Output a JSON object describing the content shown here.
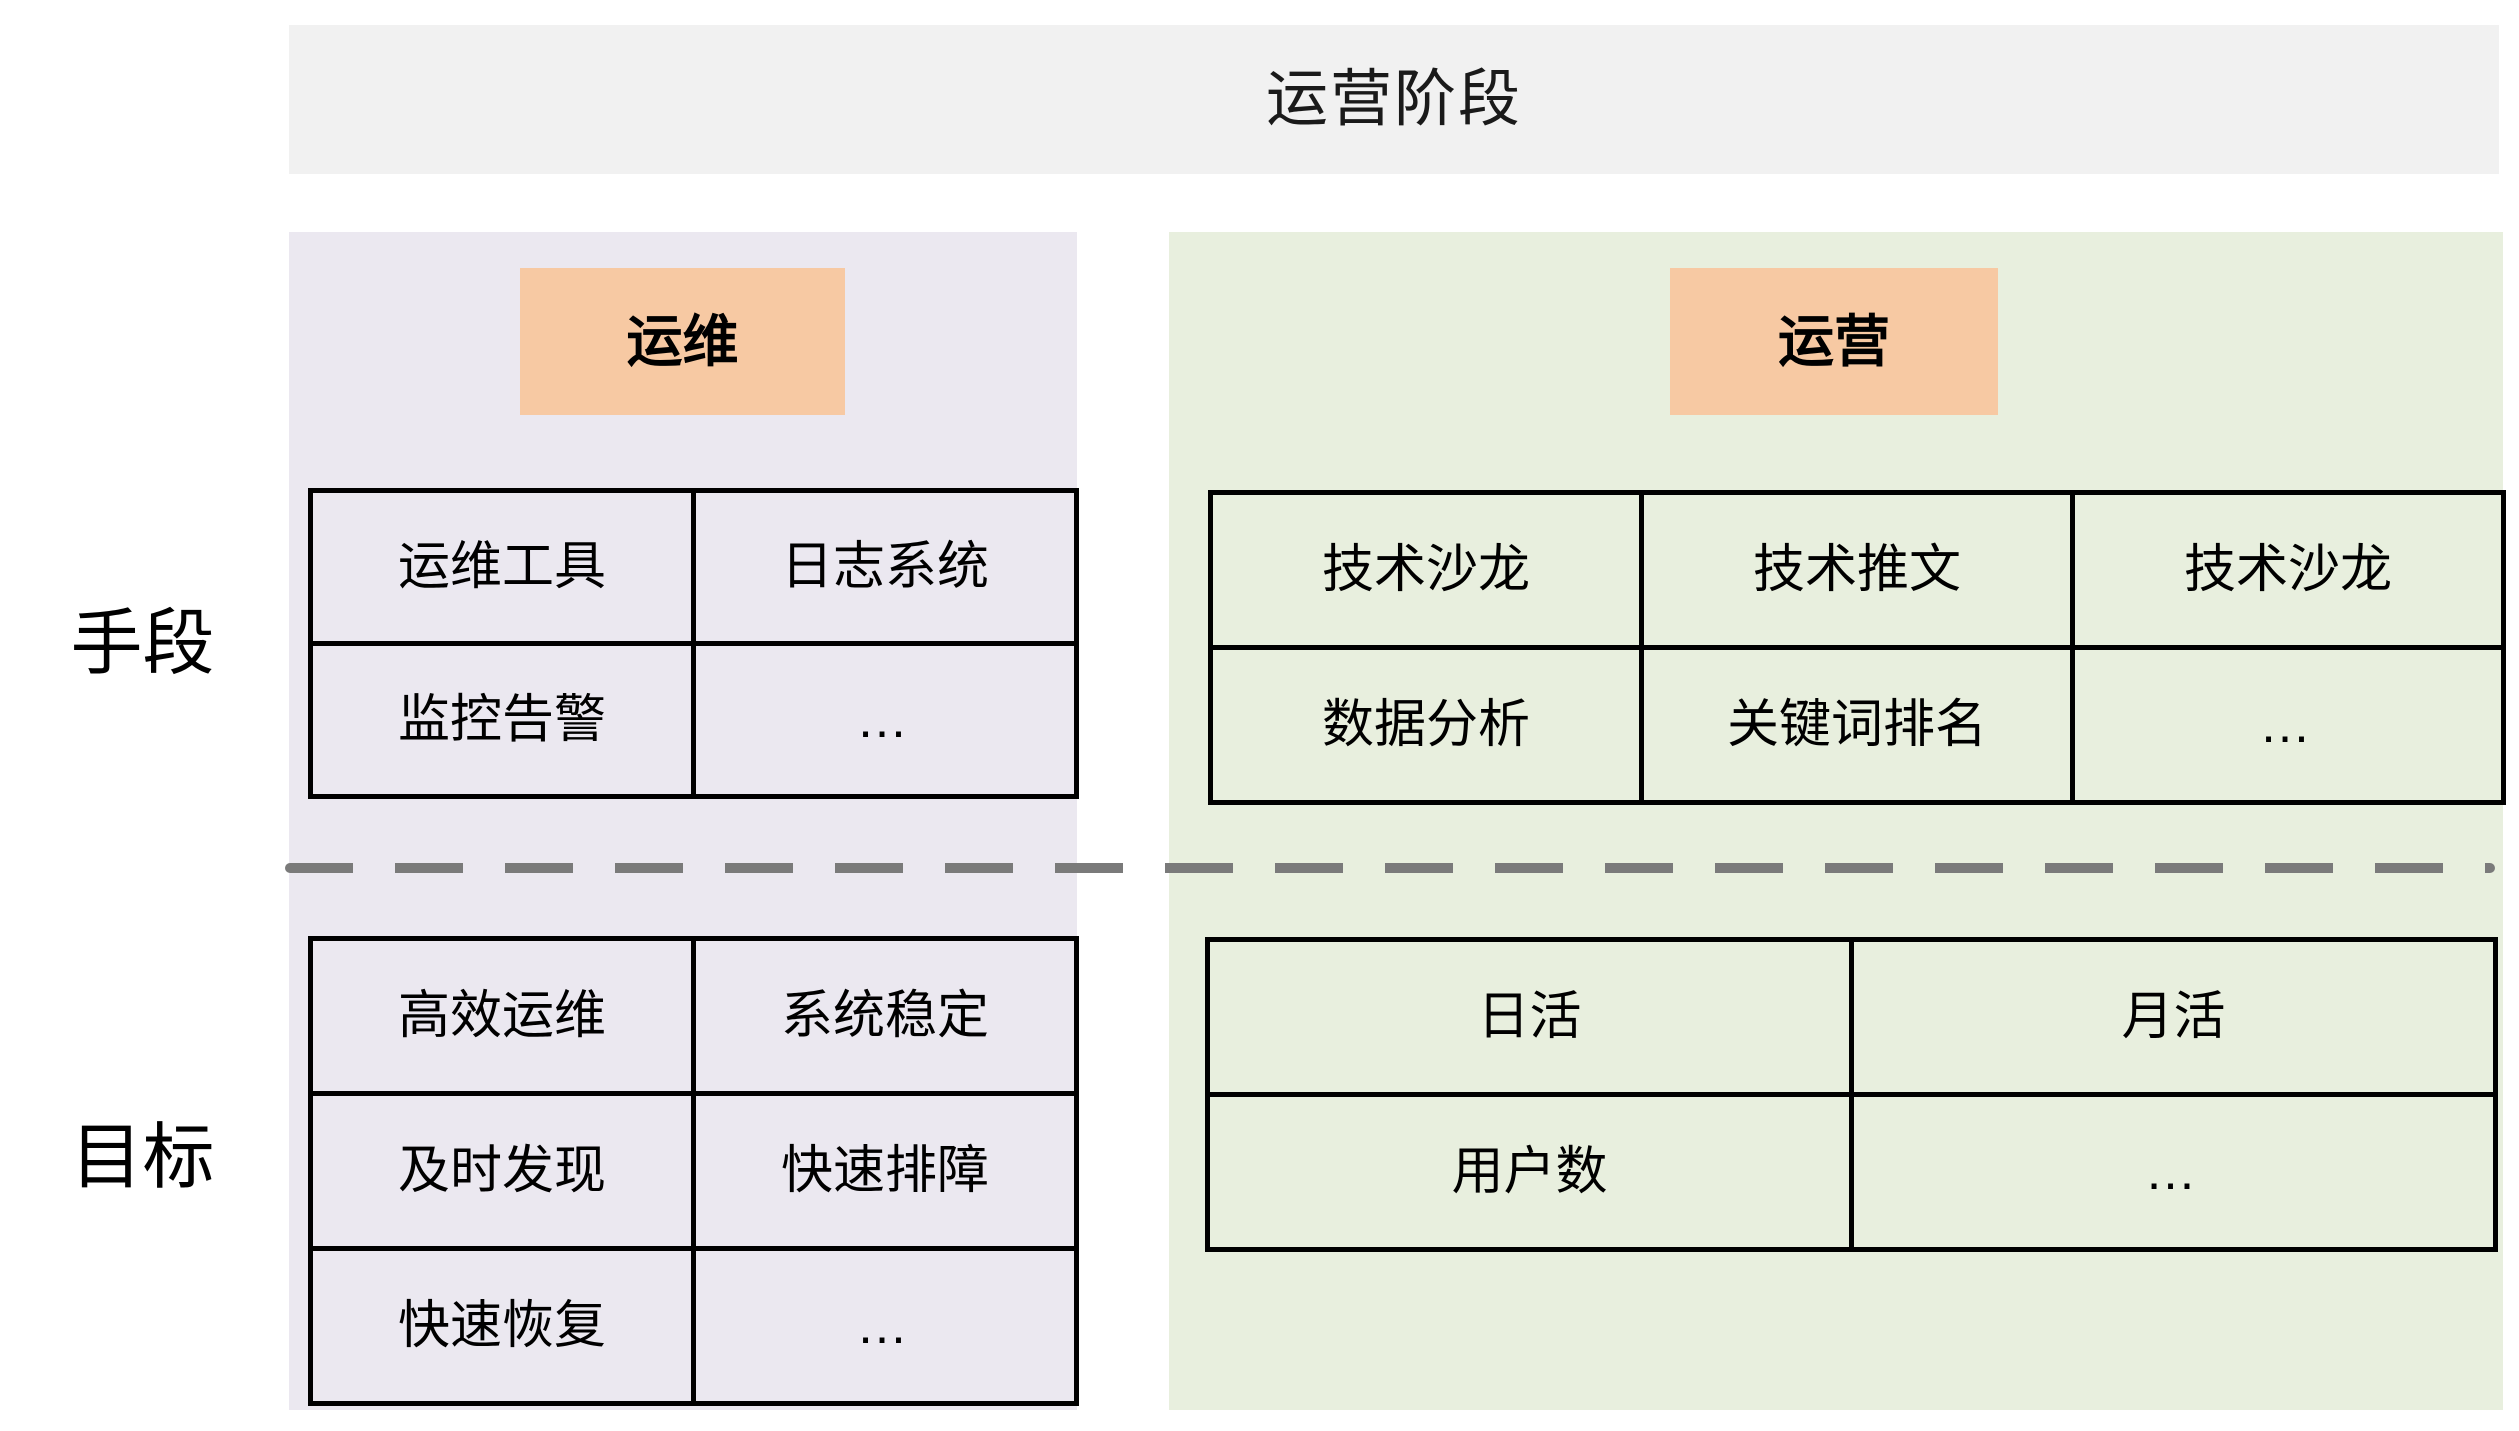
{
  "header": {
    "title": "运营阶段"
  },
  "row_labels": {
    "means": "手段",
    "goals": "目标"
  },
  "colors": {
    "header_bg": "#F1F1F1",
    "panel_ops_maint_bg": "#EBE8F0",
    "panel_operations_bg": "#E8EFDE",
    "chip_bg": "#F7C9A3",
    "border": "#000000",
    "divider": "#7A7A7A"
  },
  "panels": [
    {
      "id": "ops-maint",
      "chip_label": "运维",
      "means_table": {
        "columns": 2,
        "rows": [
          [
            "运维工具",
            "日志系统"
          ],
          [
            "监控告警",
            "…"
          ]
        ]
      },
      "goals_table": {
        "columns": 2,
        "rows": [
          [
            "高效运维",
            "系统稳定"
          ],
          [
            "及时发现",
            "快速排障"
          ],
          [
            "快速恢复",
            "…"
          ]
        ]
      }
    },
    {
      "id": "operations",
      "chip_label": "运营",
      "means_table": {
        "columns": 3,
        "rows": [
          [
            "技术沙龙",
            "技术推文",
            "技术沙龙"
          ],
          [
            "数据分析",
            "关键词排名",
            "…"
          ]
        ]
      },
      "goals_table": {
        "columns": 2,
        "rows": [
          [
            "日活",
            "月活"
          ],
          [
            "用户数",
            "…"
          ]
        ]
      }
    }
  ]
}
